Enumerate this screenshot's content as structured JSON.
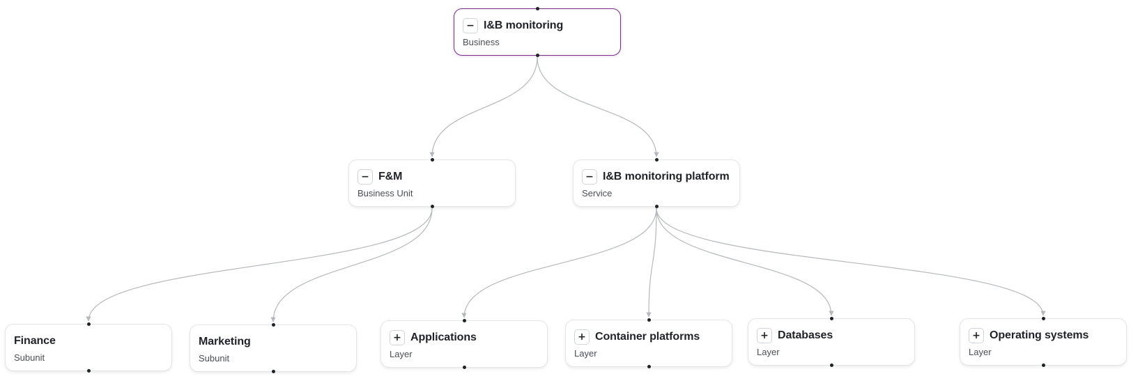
{
  "nodes": [
    {
      "id": "root",
      "title": "I&B monitoring",
      "subtitle": "Business",
      "toggle": "−"
    },
    {
      "id": "fm",
      "title": "F&M",
      "subtitle": "Business Unit",
      "toggle": "−"
    },
    {
      "id": "platform",
      "title": "I&B monitoring platform",
      "subtitle": "Service",
      "toggle": "−"
    },
    {
      "id": "finance",
      "title": "Finance",
      "subtitle": "Subunit",
      "toggle": ""
    },
    {
      "id": "marketing",
      "title": "Marketing",
      "subtitle": "Subunit",
      "toggle": ""
    },
    {
      "id": "applications",
      "title": "Applications",
      "subtitle": "Layer",
      "toggle": "+"
    },
    {
      "id": "containers",
      "title": "Container platforms",
      "subtitle": "Layer",
      "toggle": "+"
    },
    {
      "id": "databases",
      "title": "Databases",
      "subtitle": "Layer",
      "toggle": "+"
    },
    {
      "id": "os",
      "title": "Operating systems",
      "subtitle": "Layer",
      "toggle": "+"
    }
  ],
  "edges": [
    {
      "from": "root",
      "to": "fm"
    },
    {
      "from": "root",
      "to": "platform"
    },
    {
      "from": "fm",
      "to": "finance"
    },
    {
      "from": "fm",
      "to": "marketing"
    },
    {
      "from": "platform",
      "to": "applications"
    },
    {
      "from": "platform",
      "to": "containers"
    },
    {
      "from": "platform",
      "to": "databases"
    },
    {
      "from": "platform",
      "to": "os"
    }
  ],
  "colors": {
    "root_border": "#7b2a8c",
    "edge": "#b5b8bc",
    "port": "#1f2328"
  }
}
